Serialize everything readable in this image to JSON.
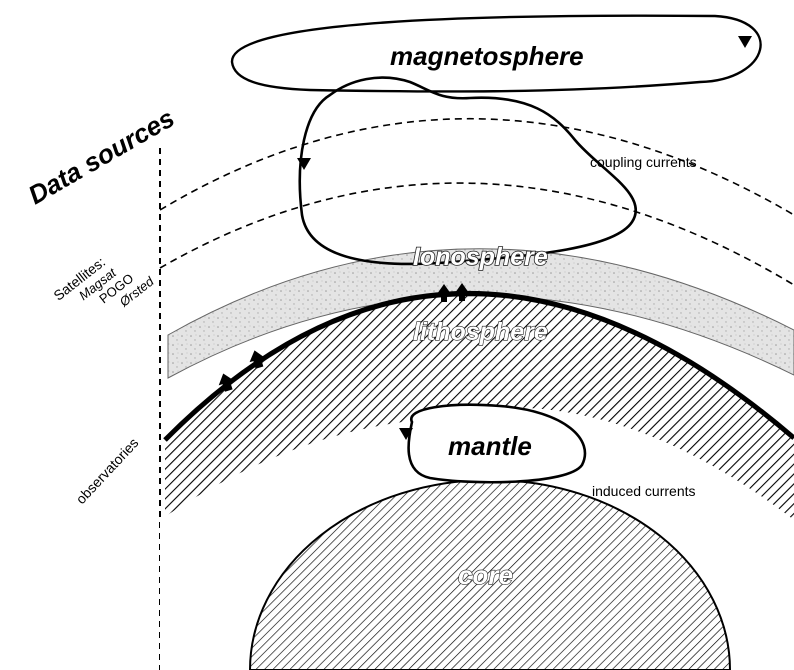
{
  "diagram": {
    "title": "Data sources",
    "regions": {
      "magnetosphere": "magnetosphere",
      "ionosphere": "Ionosphere",
      "lithosphere": "lithosphere",
      "mantle": "mantle",
      "core": "core"
    },
    "annotations": {
      "coupling_currents": "coupling currents",
      "induced_currents": "induced currents",
      "observatories": "observatories"
    },
    "satellites": {
      "heading": "Satellites:",
      "items": [
        "Magsat",
        "POGO",
        "Ørsted"
      ]
    }
  }
}
